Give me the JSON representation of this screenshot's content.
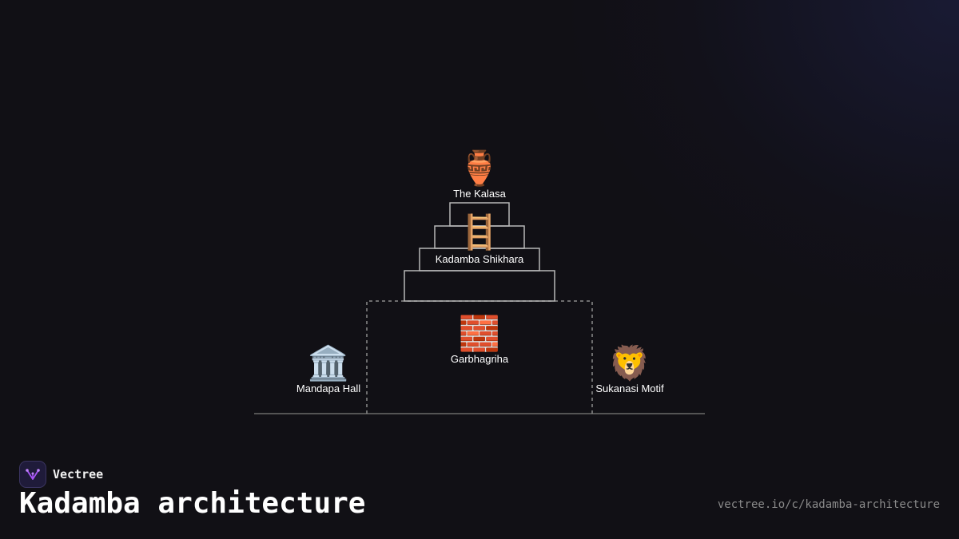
{
  "diagram": {
    "nodes": {
      "kalasa": {
        "icon": "amphora-icon",
        "emoji": "🏺",
        "label": "The Kalasa"
      },
      "shikhara": {
        "icon": "ladder-icon",
        "emoji": "🪜",
        "label": "Kadamba Shikhara"
      },
      "garbhagriha": {
        "icon": "brick-icon",
        "emoji": "🧱",
        "label": "Garbhagriha"
      },
      "mandapa": {
        "icon": "classical-building-icon",
        "emoji": "🏛️",
        "label": "Mandapa Hall"
      },
      "sukanasi": {
        "icon": "lion-icon",
        "emoji": "🦁",
        "label": "Sukanasi Motif"
      }
    }
  },
  "footer": {
    "brand": "Vectree",
    "title": "Kadamba architecture",
    "url": "vectree.io/c/kadamba-architecture"
  },
  "colors": {
    "background": "#111015",
    "structure_line": "#b8b8b8",
    "dashed_line": "#8c8c8c",
    "ground_line": "#6a6a6a",
    "brand_accent": "#a855f7"
  }
}
